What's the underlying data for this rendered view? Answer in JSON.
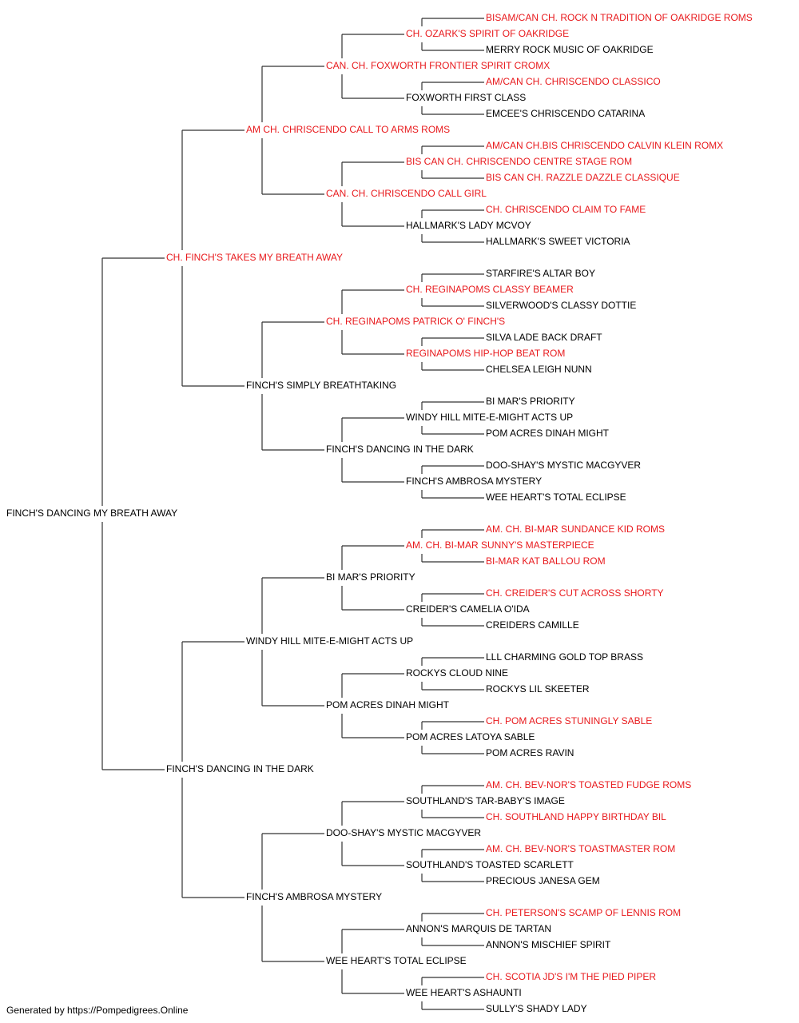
{
  "colors": {
    "champion": "#e8191c",
    "normal": "#000000",
    "line": "#333333"
  },
  "pedigree": {
    "name": "FINCH'S DANCING MY BREATH AWAY",
    "champion": false,
    "sire": {
      "name": "CH. FINCH'S TAKES MY BREATH AWAY",
      "champion": true,
      "sire": {
        "name": "AM CH. CHRISCENDO CALL TO ARMS ROMS",
        "champion": true,
        "sire": {
          "name": "CAN. CH. FOXWORTH FRONTIER SPIRIT CROMX",
          "champion": true,
          "sire": {
            "name": "CH. OZARK'S SPIRIT OF OAKRIDGE",
            "champion": true,
            "sire": {
              "name": "BISAM/CAN CH. ROCK N TRADITION OF OAKRIDGE ROMS",
              "champion": true
            },
            "dam": {
              "name": "MERRY ROCK MUSIC OF OAKRIDGE",
              "champion": false
            }
          },
          "dam": {
            "name": "FOXWORTH FIRST CLASS",
            "champion": false,
            "sire": {
              "name": "AM/CAN CH. CHRISCENDO CLASSICO",
              "champion": true
            },
            "dam": {
              "name": "EMCEE'S CHRISCENDO CATARINA",
              "champion": false
            }
          }
        },
        "dam": {
          "name": "CAN. CH. CHRISCENDO CALL GIRL",
          "champion": true,
          "sire": {
            "name": "BIS CAN CH. CHRISCENDO CENTRE STAGE ROM",
            "champion": true,
            "sire": {
              "name": "AM/CAN CH.BIS CHRISCENDO CALVIN KLEIN ROMX",
              "champion": true
            },
            "dam": {
              "name": "BIS CAN CH. RAZZLE DAZZLE CLASSIQUE",
              "champion": true
            }
          },
          "dam": {
            "name": "HALLMARK'S LADY MCVOY",
            "champion": false,
            "sire": {
              "name": "CH. CHRISCENDO CLAIM TO FAME",
              "champion": true
            },
            "dam": {
              "name": "HALLMARK'S SWEET VICTORIA",
              "champion": false
            }
          }
        }
      },
      "dam": {
        "name": "FINCH'S SIMPLY BREATHTAKING",
        "champion": false,
        "sire": {
          "name": "CH. REGINAPOMS PATRICK O' FINCH'S",
          "champion": true,
          "sire": {
            "name": "CH. REGINAPOMS CLASSY BEAMER",
            "champion": true,
            "sire": {
              "name": "STARFIRE'S ALTAR BOY",
              "champion": false
            },
            "dam": {
              "name": "SILVERWOOD'S CLASSY DOTTIE",
              "champion": false
            }
          },
          "dam": {
            "name": "REGINAPOMS HIP-HOP BEAT ROM",
            "champion": true,
            "sire": {
              "name": "SILVA LADE BACK DRAFT",
              "champion": false
            },
            "dam": {
              "name": "CHELSEA LEIGH NUNN",
              "champion": false
            }
          }
        },
        "dam": {
          "name": "FINCH'S DANCING IN THE DARK",
          "champion": false,
          "sire": {
            "name": "WINDY HILL MITE-E-MIGHT ACTS UP",
            "champion": false,
            "sire": {
              "name": "BI MAR'S PRIORITY",
              "champion": false
            },
            "dam": {
              "name": "POM ACRES DINAH MIGHT",
              "champion": false
            }
          },
          "dam": {
            "name": "FINCH'S AMBROSA MYSTERY",
            "champion": false,
            "sire": {
              "name": "DOO-SHAY'S MYSTIC MACGYVER",
              "champion": false
            },
            "dam": {
              "name": "WEE HEART'S TOTAL ECLIPSE",
              "champion": false
            }
          }
        }
      }
    },
    "dam": {
      "name": "FINCH'S DANCING IN THE DARK",
      "champion": false,
      "sire": {
        "name": "WINDY HILL MITE-E-MIGHT ACTS UP",
        "champion": false,
        "sire": {
          "name": "BI MAR'S PRIORITY",
          "champion": false,
          "sire": {
            "name": "AM. CH. BI-MAR SUNNY'S MASTERPIECE",
            "champion": true,
            "sire": {
              "name": "AM. CH. BI-MAR SUNDANCE KID ROMS",
              "champion": true
            },
            "dam": {
              "name": "BI-MAR KAT BALLOU ROM",
              "champion": true
            }
          },
          "dam": {
            "name": "CREIDER'S CAMELIA O'IDA",
            "champion": false,
            "sire": {
              "name": "CH. CREIDER'S CUT ACROSS SHORTY",
              "champion": true
            },
            "dam": {
              "name": "CREIDERS CAMILLE",
              "champion": false
            }
          }
        },
        "dam": {
          "name": "POM ACRES DINAH MIGHT",
          "champion": false,
          "sire": {
            "name": "ROCKYS CLOUD NINE",
            "champion": false,
            "sire": {
              "name": "LLL CHARMING GOLD TOP BRASS",
              "champion": false
            },
            "dam": {
              "name": "ROCKYS LIL SKEETER",
              "champion": false
            }
          },
          "dam": {
            "name": "POM ACRES LATOYA SABLE",
            "champion": false,
            "sire": {
              "name": "CH. POM ACRES STUNINGLY SABLE",
              "champion": true
            },
            "dam": {
              "name": "POM ACRES RAVIN",
              "champion": false
            }
          }
        }
      },
      "dam": {
        "name": "FINCH'S AMBROSA MYSTERY",
        "champion": false,
        "sire": {
          "name": "DOO-SHAY'S MYSTIC MACGYVER",
          "champion": false,
          "sire": {
            "name": "SOUTHLAND'S TAR-BABY'S IMAGE",
            "champion": false,
            "sire": {
              "name": "AM. CH. BEV-NOR'S TOASTED FUDGE ROMS",
              "champion": true
            },
            "dam": {
              "name": "CH. SOUTHLAND HAPPY BIRTHDAY BIL",
              "champion": true
            }
          },
          "dam": {
            "name": "SOUTHLAND'S TOASTED SCARLETT",
            "champion": false,
            "sire": {
              "name": "AM. CH. BEV-NOR'S TOASTMASTER ROM",
              "champion": true
            },
            "dam": {
              "name": "PRECIOUS JANESA GEM",
              "champion": false
            }
          }
        },
        "dam": {
          "name": "WEE HEART'S TOTAL ECLIPSE",
          "champion": false,
          "sire": {
            "name": "ANNON'S MARQUIS DE TARTAN",
            "champion": false,
            "sire": {
              "name": "CH. PETERSON'S SCAMP OF LENNIS ROM",
              "champion": true
            },
            "dam": {
              "name": "ANNON'S MISCHIEF SPIRIT",
              "champion": false
            }
          },
          "dam": {
            "name": "WEE HEART'S ASHAUNTI",
            "champion": false,
            "sire": {
              "name": "CH. SCOTIA JD'S I'M THE PIED PIPER",
              "champion": true
            },
            "dam": {
              "name": "SULLY'S SHADY LADY",
              "champion": false
            }
          }
        }
      }
    }
  },
  "footer": {
    "text": "Generated by https://Pompedigrees.Online"
  }
}
